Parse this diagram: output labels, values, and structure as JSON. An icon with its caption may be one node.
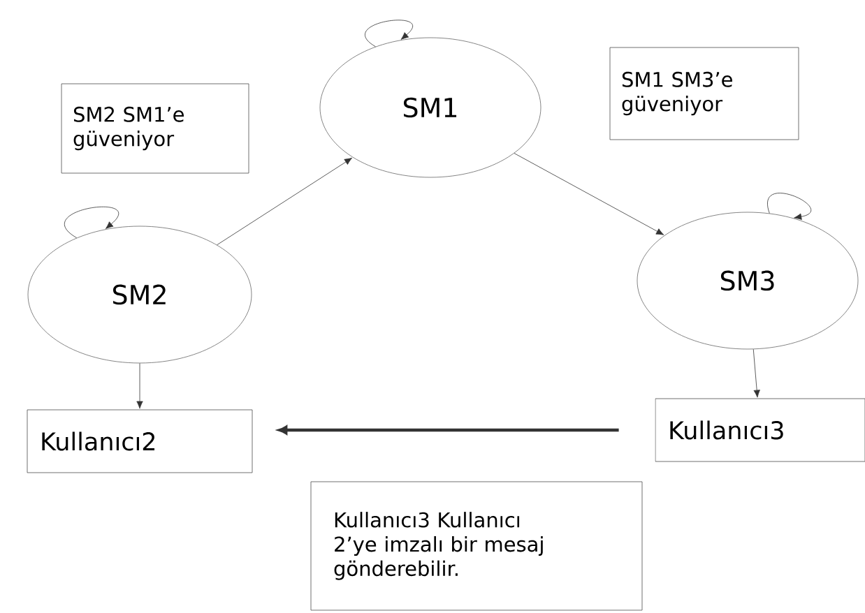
{
  "diagram": {
    "nodes": [
      {
        "text": [
          "SM2 SM1’e güveniyor"
        ]
      },
      {
        "text": [
          "SM1"
        ]
      },
      {
        "text": [
          "SM1 SM3’e güveniyor"
        ]
      },
      {
        "text": [
          "SM2"
        ]
      },
      {
        "text": [
          "SM3"
        ]
      },
      {
        "text": [
          "Kullanıcı2"
        ]
      },
      {
        "text": [
          "Kullanıcı3"
        ]
      },
      {
        "text": [
          "Kullanıcı3 Kullanıcı 2’ye imzalı bir mesaj gönderebilir."
        ]
      }
    ],
    "edges": [
      {
        "from": 1,
        "to": 1,
        "arrow": "to"
      },
      {
        "from": 3,
        "to": 3,
        "arrow": "to"
      },
      {
        "from": 4,
        "to": 4,
        "arrow": "to"
      },
      {
        "from": 3,
        "to": 1,
        "arrow": "to"
      },
      {
        "from": 1,
        "to": 4,
        "arrow": "to"
      },
      {
        "from": 3,
        "to": 5,
        "arrow": "to"
      },
      {
        "from": 4,
        "to": 6,
        "arrow": "to"
      },
      {
        "from": 6,
        "to": 5,
        "arrow": "to",
        "style": "thick"
      }
    ]
  }
}
